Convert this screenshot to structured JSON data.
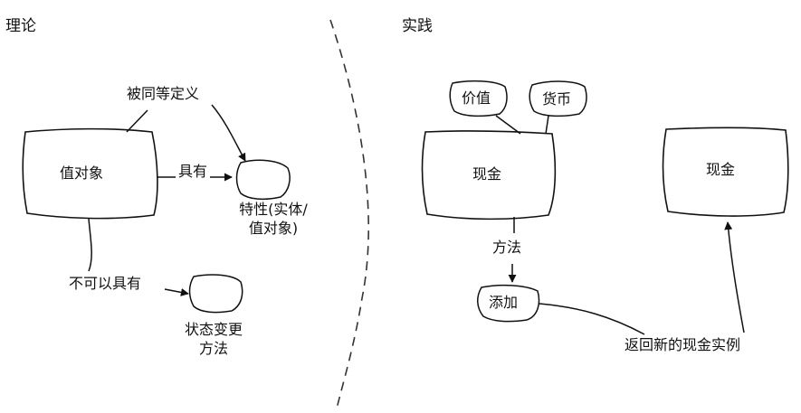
{
  "theory": {
    "section": "理论",
    "value_object": "值对象",
    "defined_equal": "被同等定义",
    "has": "具有",
    "traits_line1": "特性(实体/",
    "traits_line2": "值对象)",
    "cannot_have": "不可以具有",
    "state_change_line1": "状态变更",
    "state_change_line2": "方法"
  },
  "practice": {
    "section": "实践",
    "value": "价值",
    "currency": "货币",
    "cash": "现金",
    "method": "方法",
    "add": "添加",
    "return_new": "返回新的现金实例",
    "cash_new": "现金"
  }
}
